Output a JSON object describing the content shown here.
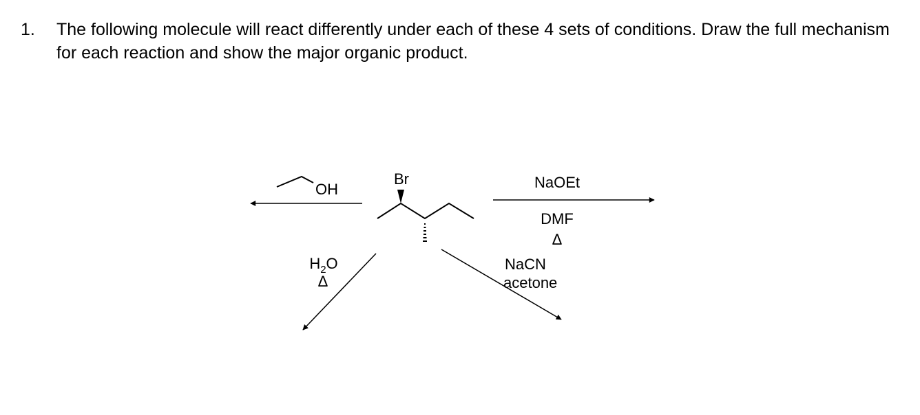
{
  "question": {
    "number": "1.",
    "text": "The following molecule will react differently under each of these 4 sets of conditions. Draw the full mechanism for each reaction and show the major organic product."
  },
  "molecule": {
    "substituent": "Br"
  },
  "reactions": {
    "left": {
      "reagent": "OH"
    },
    "right": {
      "reagent": "NaOEt",
      "solvent": "DMF",
      "heat": "Δ"
    },
    "lower_left": {
      "reagent_main": "H",
      "reagent_subscript": "2",
      "reagent_tail": "O",
      "heat": "Δ"
    },
    "lower_right": {
      "reagent": "NaCN",
      "solvent": "acetone"
    }
  }
}
